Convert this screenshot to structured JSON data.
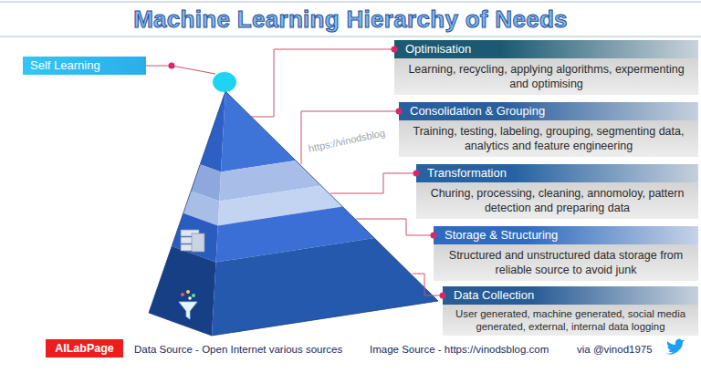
{
  "diagram": {
    "title": "Machine Learning Hierarchy of Needs",
    "nodes": [
      {
        "text": [
          "Self Learning"
        ]
      },
      {
        "text": [
          "Optimisation",
          "Learning, recycling, applying algorithms, expermenting and optimising"
        ]
      },
      {
        "text": [
          "Consolidation & Grouping",
          "Training, testing, labeling, grouping, segmenting data, analytics and feature engineering"
        ]
      },
      {
        "text": [
          "Transformation",
          "Churing, processing, cleaning, annomoloy, pattern detection and preparing data"
        ]
      },
      {
        "text": [
          "Storage & Structuring",
          "Structured and unstructured data storage from reliable source to avoid junk"
        ]
      },
      {
        "text": [
          "Data Collection",
          "User generated, machine generated, social media generated, external, internal data logging"
        ]
      },
      {
        "text": [
          "AILabPage"
        ]
      }
    ],
    "labels": [
      "Data Source - Open Internet various sources",
      "Image Source - https://vinodsblog.com",
      "via @vinod1975",
      "https://vinodsblog"
    ]
  }
}
